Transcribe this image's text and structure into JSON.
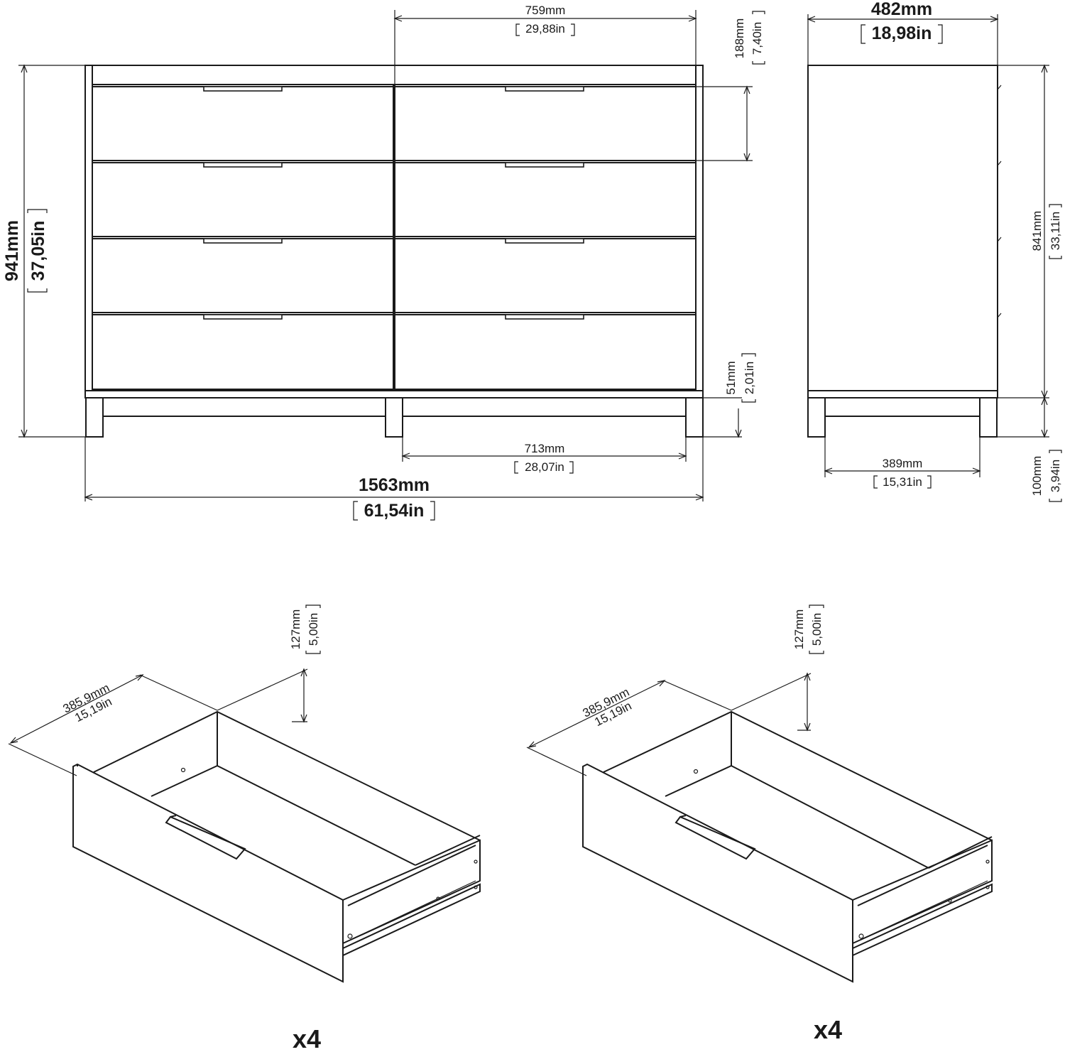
{
  "dimensions": {
    "drawer_width_mm": "759mm",
    "drawer_width_in": "29,88in",
    "drawer_height_mm": "188mm",
    "drawer_height_in": "7,40in",
    "total_height_mm": "941mm",
    "total_height_in": "37,05in",
    "plinth_mm": "51mm",
    "plinth_in": "2,01in",
    "legs_span_mm": "713mm",
    "legs_span_in": "28,07in",
    "total_width_mm": "1563mm",
    "total_width_in": "61,54in",
    "depth_mm": "482mm",
    "depth_in": "18,98in",
    "body_height_mm": "841mm",
    "body_height_in": "33,11in",
    "side_legs_mm": "389mm",
    "side_legs_in": "15,31in",
    "leg_height_mm": "100mm",
    "leg_height_in": "3,94in"
  },
  "drawers": [
    {
      "depth_mm": "385,9mm",
      "depth_in": "15,19in",
      "height_mm": "127mm",
      "height_in": "5,00in",
      "quantity": "x4"
    },
    {
      "depth_mm": "385,9mm",
      "depth_in": "15,19in",
      "height_mm": "127mm",
      "height_in": "5,00in",
      "quantity": "x4"
    }
  ]
}
